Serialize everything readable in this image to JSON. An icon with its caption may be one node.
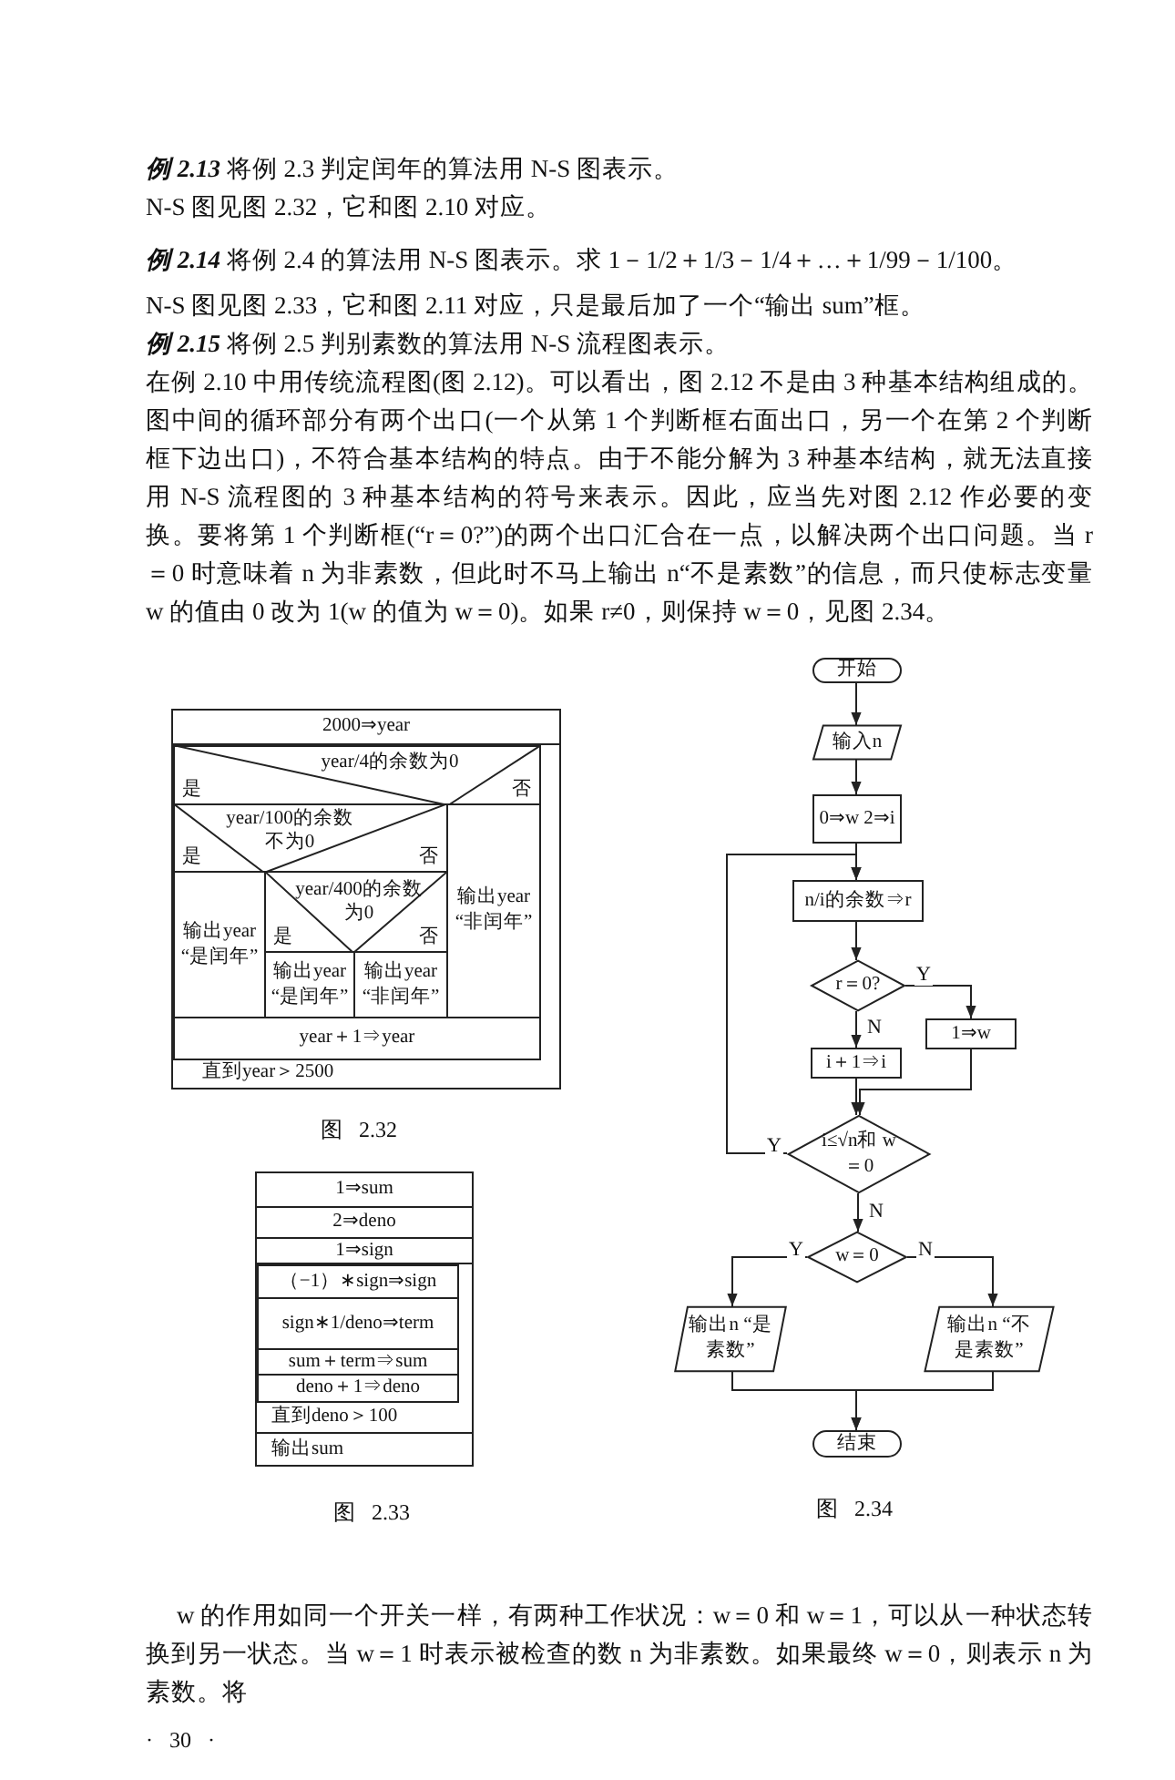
{
  "diagram": {
    "nodes": [
      {
        "text": [
          "2000⇒year"
        ]
      },
      {
        "text": [
          "直到year＞2500"
        ]
      },
      {
        "text": [
          "year/4的余数为0",
          "是",
          "否"
        ],
        "in": 1
      },
      {
        "text": [
          "year/100的余数不为0",
          "是",
          "否"
        ],
        "in": 1
      },
      {
        "text": [
          "输出year “是闰年”"
        ],
        "in": 1
      },
      {
        "text": [
          "year/400的余数为0",
          "是",
          "否"
        ],
        "in": 1
      },
      {
        "text": [
          "输出year “是闰年”"
        ],
        "in": 1
      },
      {
        "text": [
          "输出year “非闰年”"
        ],
        "in": 1
      },
      {
        "text": [
          "输出year “非闰年”"
        ],
        "in": 1
      },
      {
        "text": [
          "year＋1⇒year"
        ],
        "in": 1
      },
      {
        "text": [
          "1⇒sum"
        ]
      },
      {
        "text": [
          "2⇒deno"
        ]
      },
      {
        "text": [
          "1⇒sign"
        ]
      },
      {
        "text": [
          "直到deno＞100"
        ]
      },
      {
        "text": [
          "（−1）∗sign⇒sign"
        ],
        "in": 13
      },
      {
        "text": [
          "sign∗1/deno⇒term"
        ],
        "in": 13
      },
      {
        "text": [
          "sum＋term⇒sum"
        ],
        "in": 13
      },
      {
        "text": [
          "deno＋1⇒deno"
        ],
        "in": 13
      },
      {
        "text": [
          "输出sum"
        ]
      },
      {
        "text": [
          "开始"
        ]
      },
      {
        "text": [
          "输入n"
        ]
      },
      {
        "text": [
          "0⇒w 2⇒i"
        ]
      },
      {
        "text": [
          "n/i的余数⇒r"
        ]
      },
      {
        "text": [
          "r＝0?"
        ]
      },
      {
        "text": [
          "i＋1⇒i"
        ]
      },
      {
        "text": [
          "1⇒w"
        ]
      },
      {
        "text": [
          "i≤√n和 w＝0"
        ]
      },
      {
        "text": [
          "w＝0"
        ]
      },
      {
        "text": [
          "输出n “是素数”"
        ]
      },
      {
        "text": [
          "输出n “不是素数”"
        ]
      },
      {
        "text": [
          "结束"
        ]
      }
    ],
    "edges": [
      {
        "from": 19,
        "to": 20,
        "arrow": "to"
      },
      {
        "from": 20,
        "to": 21,
        "arrow": "to"
      },
      {
        "from": 21,
        "to": 22,
        "arrow": "to"
      },
      {
        "from": 22,
        "to": 23,
        "arrow": "to"
      },
      {
        "from": 23,
        "to": 24,
        "arrow": "to",
        "label": "N"
      },
      {
        "from": 23,
        "to": 25,
        "arrow": "to",
        "label": "Y"
      },
      {
        "from": 24,
        "to": 26,
        "arrow": "to"
      },
      {
        "from": 25,
        "to": 26,
        "arrow": "to"
      },
      {
        "from": 26,
        "to": 22,
        "arrow": "to",
        "label": "Y"
      },
      {
        "from": 26,
        "to": 27,
        "arrow": "to",
        "label": "N"
      },
      {
        "from": 27,
        "to": 28,
        "arrow": "to",
        "label": "Y"
      },
      {
        "from": 27,
        "to": 29,
        "arrow": "to",
        "label": "N"
      },
      {
        "from": 28,
        "to": 30,
        "arrow": "to"
      },
      {
        "from": 29,
        "to": 30,
        "arrow": "to"
      }
    ],
    "labels": [
      "**例 2.13** 将例 2.3 判定闰年的算法用 N-S 图表示。",
      "N-S 图见图 2.32，它和图 2.10 对应。",
      "**例 2.14** 将例 2.4 的算法用 N-S 图表示。求 1－1/2＋1/3－1/4＋…＋1/99－1/100。",
      "N-S 图见图 2.33，它和图 2.11 对应，只是最后加了一个“输出 sum”框。",
      "**例 2.15** 将例 2.5 判别素数的算法用 N-S 流程图表示。",
      "在例 2.10 中用传统流程图(图 2.12)。可以看出，图 2.12 不是由 3 种基本结构组成的。图中间的循环部分有两个出口(一个从第 1 个判断框右面出口，另一个在第 2 个判断框下边出口)，不符合基本结构的特点。由于不能分解为 3 种基本结构，就无法直接用 N-S 流程图的 3 种基本结构的符号来表示。因此，应当先对图 2.12 作必要的变换。要将第 1 个判断框(“r＝0?”)的两个出口汇合在一点，以解决两个出口问题。当 r＝0 时意味着 n 为非素数，但此时不马上输出 n“不是素数”的信息，而只使标志变量 w 的值由 0 改为 1(w 的值为 w＝0)。如果 r≠0，则保持 w＝0，见图 2.34。",
      "图 2.32",
      "图 2.33",
      "图 2.34",
      "w 的作用如同一个开关一样，有两种工作状况：w＝0 和 w＝1，可以从一种状态转换到另一状态。当 w＝1 时表示被检查的数 n 为非素数。如果最终 w＝0，则表示 n 为素数。将",
      "· 30 ·"
    ]
  }
}
